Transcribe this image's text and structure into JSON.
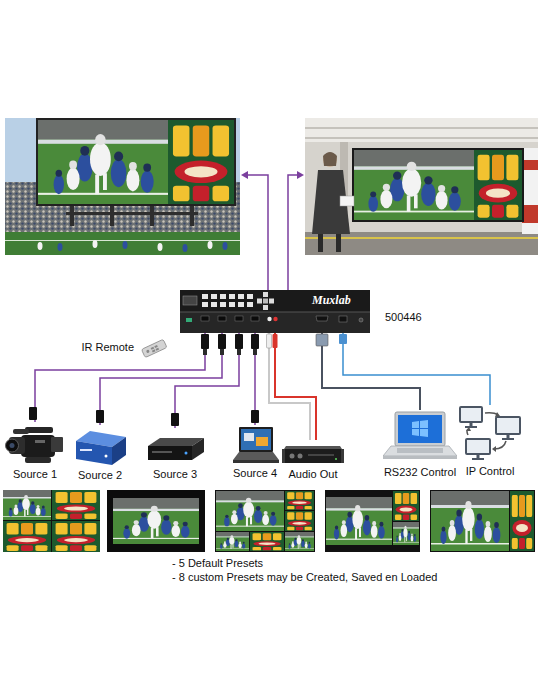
{
  "diagram": {
    "nodes": [
      {
        "text": [
          "Muxlab",
          "500446"
        ]
      },
      {
        "text": [
          "IR Remote"
        ]
      },
      {
        "text": [
          "Source 1"
        ]
      },
      {
        "text": [
          "Source 2"
        ]
      },
      {
        "text": [
          "Source 3"
        ]
      },
      {
        "text": [
          "Source 4"
        ]
      },
      {
        "text": [
          "Audio Out"
        ]
      },
      {
        "text": [
          "RS232 Control"
        ]
      },
      {
        "text": [
          "IP Control"
        ]
      }
    ],
    "edges": [
      {
        "from": 2,
        "to": 0,
        "arrow": "none"
      },
      {
        "from": 3,
        "to": 0,
        "arrow": "none"
      },
      {
        "from": 4,
        "to": 0,
        "arrow": "none"
      },
      {
        "from": 5,
        "to": 0,
        "arrow": "none"
      },
      {
        "from": 0,
        "to": 6,
        "arrow": "none"
      },
      {
        "from": 0,
        "to": 7,
        "arrow": "none"
      },
      {
        "from": 0,
        "to": 8,
        "arrow": "none"
      }
    ],
    "labels": [
      "- 5 Default Presets",
      "- 8 custom Presets may be Created, Saved en Loaded"
    ]
  }
}
